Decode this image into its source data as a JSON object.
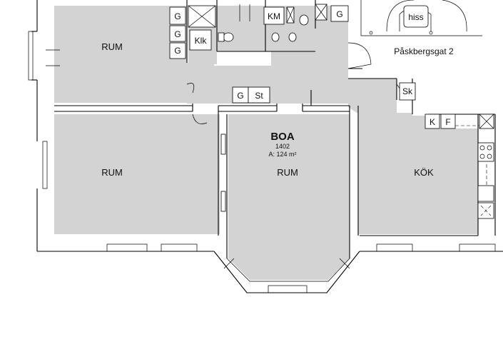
{
  "rooms": {
    "rum_top_left": "RUM",
    "rum_bottom_left": "RUM",
    "rum_center": "RUM",
    "kok": "KÖK"
  },
  "apartment": {
    "name": "BOA",
    "number": "1402",
    "area": "A: 124 m²"
  },
  "tags": {
    "g": "G",
    "klk": "Klk",
    "km": "KM",
    "st": "St",
    "sk": "Sk",
    "k": "K",
    "f": "F",
    "hiss": "hiss"
  },
  "street": "Påskbergsgat 2"
}
